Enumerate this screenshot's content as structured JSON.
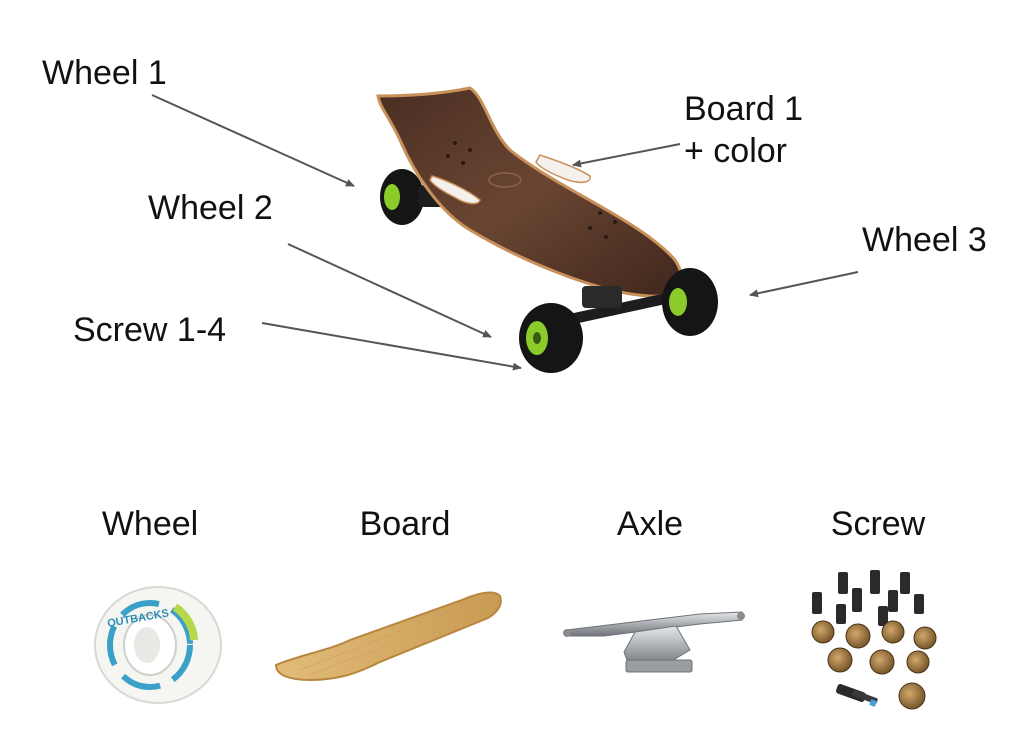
{
  "diagram": {
    "callouts": [
      {
        "id": "wheel-1",
        "text": "Wheel 1"
      },
      {
        "id": "board-1",
        "line1": "Board 1",
        "line2": "+ color"
      },
      {
        "id": "wheel-2",
        "text": "Wheel 2"
      },
      {
        "id": "wheel-3",
        "text": "Wheel 3"
      },
      {
        "id": "screw",
        "text": "Screw 1-4"
      }
    ],
    "parts": [
      {
        "id": "wheel",
        "text": "Wheel"
      },
      {
        "id": "board",
        "text": "Board"
      },
      {
        "id": "axle",
        "text": "Axle"
      },
      {
        "id": "screw",
        "text": "Screw"
      }
    ],
    "wheel_print": "OUTBACKS",
    "colors": {
      "arrow": "#555555",
      "deck_wood": "#5a3a2a",
      "deck_edge": "#c9915a",
      "wheel_black": "#151515",
      "wheel_hub": "#8ccc2a",
      "maple": "#d9b06a",
      "metal": "#b9bcc0",
      "bolt_dark": "#2a2a2a",
      "bolt_bronze": "#a07840"
    }
  }
}
